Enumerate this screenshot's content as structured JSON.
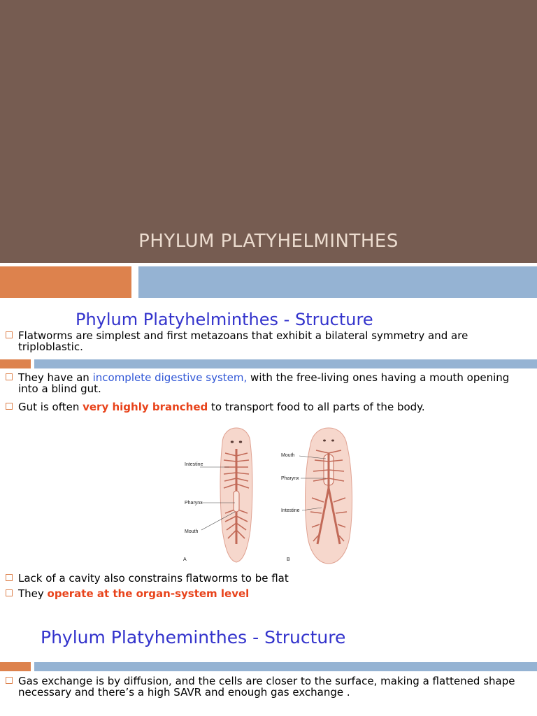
{
  "slide1": {
    "title": "PHYLUM PLATYHELMINTHES"
  },
  "slide2": {
    "heading": "Phylum Platyhelminthes - Structure",
    "bullets": [
      {
        "text": "Flatworms are simplest and first metazoans that exhibit a bilateral symmetry and are triploblastic."
      },
      {
        "pre": "They have an ",
        "highlight": "incomplete digestive system,",
        "post": " with the free-living ones having a mouth opening into a blind gut."
      },
      {
        "pre": "Gut is often ",
        "highlight": "very highly branched",
        "post": " to transport food to all parts of the body."
      },
      {
        "text": "Lack of a cavity also constrains flatworms to be flat"
      },
      {
        "pre": "They ",
        "highlight": "operate at the organ-system level"
      }
    ],
    "figure": {
      "labels_a": [
        "Intestine",
        "Pharynx",
        "Mouth"
      ],
      "labels_b": [
        "Mouth",
        "Pharynx",
        "Intestine"
      ],
      "panel_a": "A",
      "panel_b": "B"
    }
  },
  "slide3": {
    "heading": "Phylum Platyheminthes - Structure",
    "bullets": [
      {
        "text": "Gas exchange is by diffusion, and the cells are closer to the surface, making a flattened shape necessary and there’s a high SAVR and enough gas exchange ."
      }
    ]
  },
  "colors": {
    "title_bg": "#765c51",
    "title_text": "#ecdccf",
    "accent_orange": "#dd824d",
    "accent_blue": "#95b3d3",
    "heading": "#3333cc",
    "highlight_blue": "#2e55d6",
    "highlight_orange": "#e8431b"
  }
}
